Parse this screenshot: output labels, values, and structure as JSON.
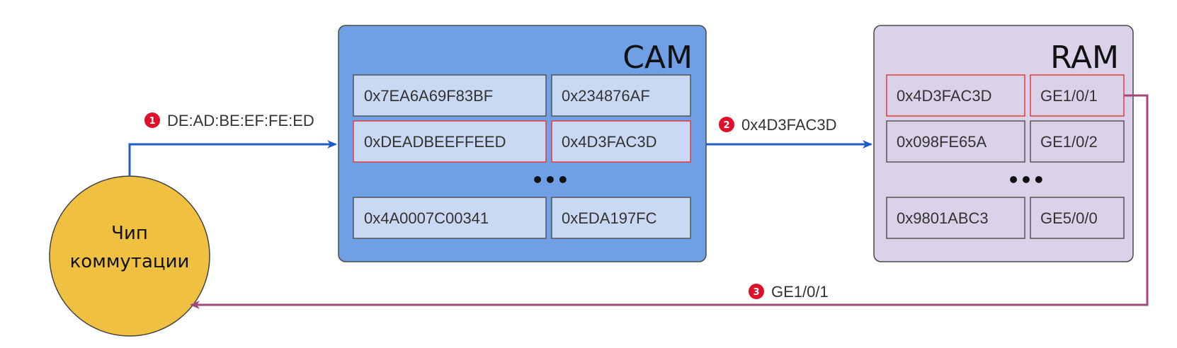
{
  "colors": {
    "cam_bg": "#6fa0e6",
    "cam_cell": "#c9d9f3",
    "ram_bg": "#d9d2e8",
    "ram_cell": "#d9d2e8",
    "highlight_border": "#e03c3c",
    "chip": "#f0c040",
    "arrow_blue": "#1e5cc8",
    "arrow_purple": "#a04a7a",
    "step_badge": "#e0102a"
  },
  "chip": {
    "line1": "Чип",
    "line2": "коммутации"
  },
  "cam": {
    "title": "CAM",
    "rows": [
      [
        "0x7EA6A69F83BF",
        "0x234876AF"
      ],
      [
        "0xDEADBEEFFEED",
        "0x4D3FAC3D"
      ],
      [
        "0x4A0007C00341",
        "0xEDA197FC"
      ]
    ],
    "ellipsis": "•••"
  },
  "ram": {
    "title": "RAM",
    "rows": [
      [
        "0x4D3FAC3D",
        "GE1/0/1"
      ],
      [
        "0x098FE65A",
        "GE1/0/2"
      ],
      [
        "0x9801ABC3",
        "GE5/0/0"
      ]
    ],
    "ellipsis": "•••"
  },
  "steps": [
    {
      "num": "1",
      "label": "DE:AD:BE:EF:FE:ED"
    },
    {
      "num": "2",
      "label": "0x4D3FAC3D"
    },
    {
      "num": "3",
      "label": "GE1/0/1"
    }
  ]
}
